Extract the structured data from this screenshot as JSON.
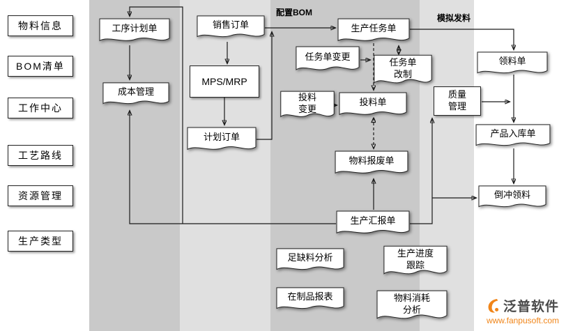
{
  "sidebar": {
    "items": [
      {
        "label": "物料信息"
      },
      {
        "label": "BOM清单"
      },
      {
        "label": "工作中心"
      },
      {
        "label": "工艺路线"
      },
      {
        "label": "资源管理"
      },
      {
        "label": "生产类型"
      }
    ]
  },
  "nodes": {
    "process_plan": {
      "label": "工序计划单"
    },
    "sales_order": {
      "label": "销售订单"
    },
    "production_task": {
      "label": "生产任务单"
    },
    "material_requisition": {
      "label": "领料单"
    },
    "cost_management": {
      "label": "成本管理"
    },
    "mps_mrp": {
      "label": "MPS/MRP"
    },
    "task_change": {
      "label": "任务单变更"
    },
    "task_rework": {
      "label": "任务单改制"
    },
    "feed_change": {
      "label": "投料变更"
    },
    "feed_order": {
      "label": "投料单"
    },
    "quality_management": {
      "label": "质量管理"
    },
    "product_inbound": {
      "label": "产品入库单"
    },
    "planned_order": {
      "label": "计划订单"
    },
    "material_scrap": {
      "label": "物料报废单"
    },
    "backflush": {
      "label": "倒冲领料"
    },
    "production_report": {
      "label": "生产汇报单"
    },
    "shortage_analysis": {
      "label": "足缺料分析"
    },
    "progress_tracking": {
      "label": "生产进度跟踪"
    },
    "wip_report": {
      "label": "在制品报表"
    },
    "consumption_analysis": {
      "label": "物料消耗分析"
    }
  },
  "edge_labels": {
    "configure_bom": "配置BOM",
    "simulated_issue": "模拟发料"
  },
  "logo": {
    "name": "泛普软件",
    "url": "www.fanpusoft.com",
    "accent_color": "#f08519"
  },
  "colors": {
    "band_dark": "#c9c9c9",
    "band_light": "#e0e0e0",
    "node_fill": "#ffffff",
    "line": "#1a1a1a"
  }
}
